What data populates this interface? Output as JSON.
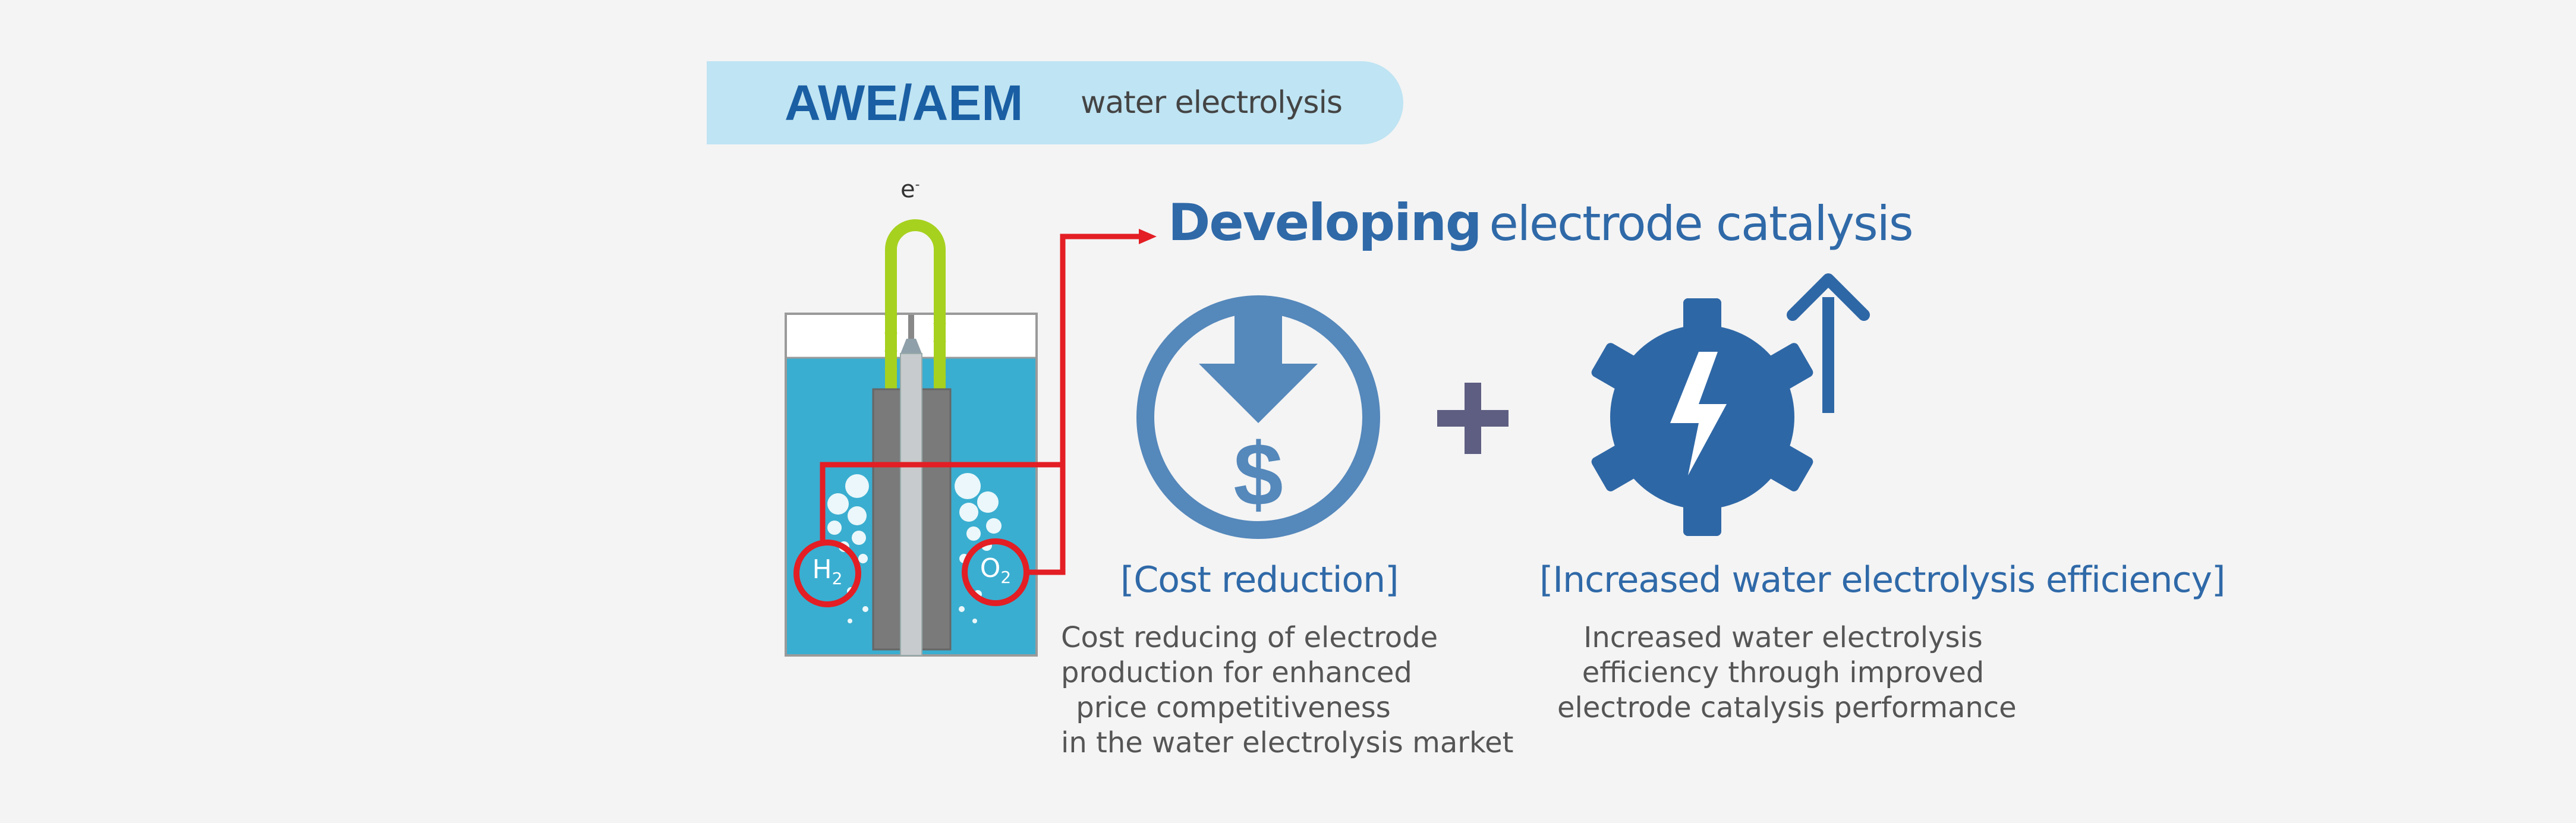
{
  "banner": {
    "title": "AWE/AEM",
    "subtitle": "water electrolysis"
  },
  "headline": {
    "part1": "Developing",
    "part2": "electrode catalysis"
  },
  "cell": {
    "electron": "e",
    "electron_sup": "-",
    "h2": "H",
    "h2_sub": "2",
    "o2": "O",
    "o2_sub": "2"
  },
  "operator": "+",
  "cost": {
    "title": "[Cost reduction]",
    "lines": [
      "Cost reducing of electrode",
      "production for enhanced",
      "price competitiveness",
      "in the water electrolysis market"
    ],
    "icon": "dollar-down-icon"
  },
  "efficiency": {
    "title": "[Increased water electrolysis efficiency]",
    "lines": [
      "Increased water electrolysis",
      "efficiency through improved",
      "electrode catalysis performance"
    ],
    "icon": "gear-bolt-up-icon"
  },
  "colors": {
    "accent_blue": "#2f69a8",
    "icon_blue": "#5588bb",
    "gear_blue": "#2e67a6",
    "highlight_red": "#e31e24",
    "water": "#3aaed0",
    "tube_green": "#a6d11f",
    "banner_bg": "#bfe4f3"
  }
}
